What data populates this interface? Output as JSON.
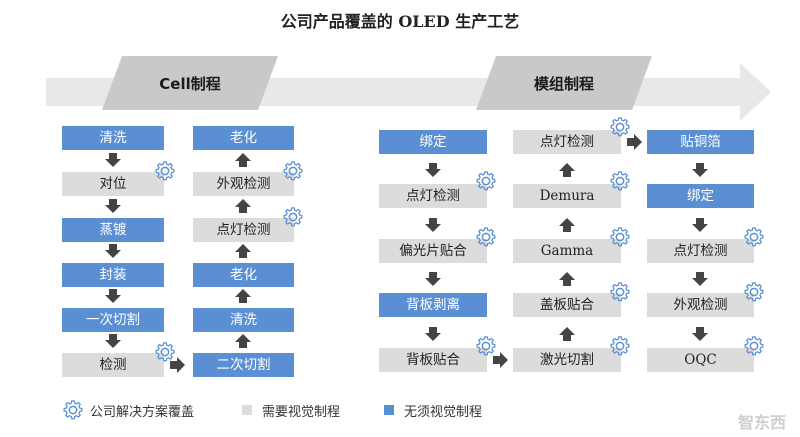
{
  "title": "公司产品覆盖的 OLED 生产工艺",
  "stages": {
    "cell": "Cell制程",
    "module": "模组制程"
  },
  "cell_col1": [
    "清洗",
    "对位",
    "蒸镀",
    "封装",
    "一次切割",
    "检测"
  ],
  "cell_col2": [
    "老化",
    "外观检测",
    "点灯检测",
    "老化",
    "清洗",
    "二次切割"
  ],
  "module_col1": [
    "绑定",
    "点灯检测",
    "偏光片贴合",
    "背板剥离",
    "背板贴合"
  ],
  "module_col2": [
    "点灯检测",
    "Demura",
    "Gamma",
    "盖板贴合",
    "激光切割"
  ],
  "module_col3": [
    "贴铜箔",
    "绑定",
    "点灯检测",
    "外观检测",
    "OQC"
  ],
  "legend": {
    "solution": "公司解决方案覆盖",
    "vision_needed": "需要视觉制程",
    "no_vision": "无须视觉制程"
  },
  "colors": {
    "no_vision": "#5b8fd4",
    "vision_needed": "#dcdcdc",
    "gear": "#5b8fd4",
    "arrow": "#444444"
  },
  "watermark": "智东西"
}
